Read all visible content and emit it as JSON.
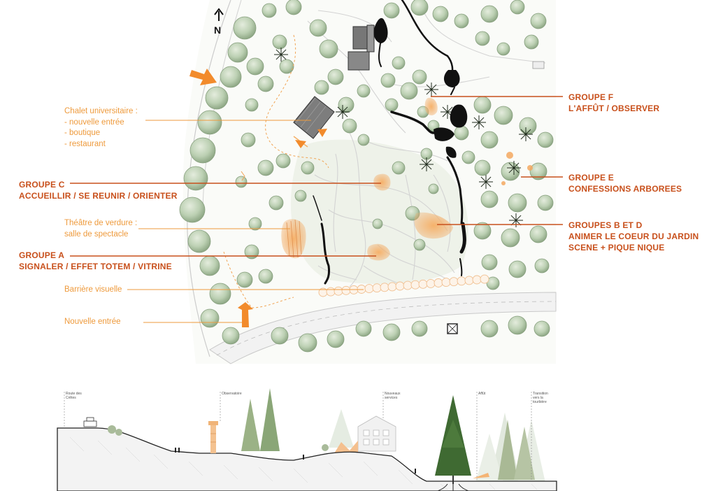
{
  "north": {
    "label": "N"
  },
  "annotations": {
    "chalet": {
      "title": "Chalet universitaire :",
      "items": [
        "- nouvelle entrée",
        "- boutique",
        "- restaurant"
      ]
    },
    "theatre": {
      "line1": "Théâtre de verdure :",
      "line2": "salle de spectacle"
    },
    "barriere": "Barrière visuelle",
    "entree": "Nouvelle entrée"
  },
  "groups": {
    "c": {
      "line1": "GROUPE C",
      "line2": "ACCUEILLIR / SE REUNIR / ORIENTER"
    },
    "a": {
      "line1": "GROUPE A",
      "line2": "SIGNALER / EFFET TOTEM / VITRINE"
    },
    "f": {
      "line1": "GROUPE F",
      "line2": "L'AFFÛT / OBSERVER"
    },
    "e": {
      "line1": "GROUPE E",
      "line2": "CONFESSIONS ARBOREES"
    },
    "bd": {
      "line1": "GROUPES B ET D",
      "line2": "ANIMER LE COEUR DU JARDIN",
      "line3": "SCENE + PIQUE NIQUE"
    }
  },
  "section": {
    "labels": {
      "route": [
        "Route des",
        "Crêtes"
      ],
      "observatoire": [
        "Observatoire"
      ],
      "services": [
        "Nouveaux",
        "services"
      ],
      "affut": [
        "Affût"
      ],
      "transition": [
        "Transition",
        "vers la",
        "tourbière"
      ]
    }
  },
  "colors": {
    "accent_orange": "#ee9a3c",
    "group_label": "#c8501c",
    "tree_green": "#b9cdb0",
    "path_line": "#d6d6d6",
    "pond": "#111111"
  }
}
